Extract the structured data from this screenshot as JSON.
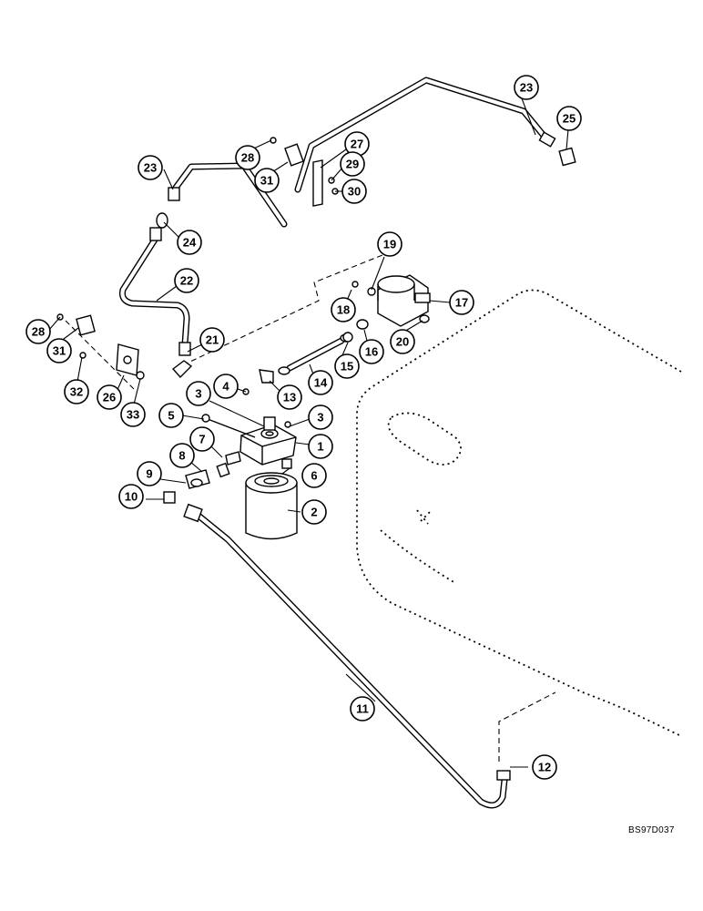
{
  "figure": {
    "reference_code": "BS97D037"
  },
  "callouts": [
    {
      "id": "c1",
      "label": "1"
    },
    {
      "id": "c2",
      "label": "2"
    },
    {
      "id": "c3a",
      "label": "3"
    },
    {
      "id": "c3b",
      "label": "3"
    },
    {
      "id": "c4",
      "label": "4"
    },
    {
      "id": "c5",
      "label": "5"
    },
    {
      "id": "c6",
      "label": "6"
    },
    {
      "id": "c7",
      "label": "7"
    },
    {
      "id": "c8",
      "label": "8"
    },
    {
      "id": "c9",
      "label": "9"
    },
    {
      "id": "c10",
      "label": "10"
    },
    {
      "id": "c11",
      "label": "11"
    },
    {
      "id": "c12",
      "label": "12"
    },
    {
      "id": "c13",
      "label": "13"
    },
    {
      "id": "c14",
      "label": "14"
    },
    {
      "id": "c15",
      "label": "15"
    },
    {
      "id": "c16",
      "label": "16"
    },
    {
      "id": "c17",
      "label": "17"
    },
    {
      "id": "c18",
      "label": "18"
    },
    {
      "id": "c19",
      "label": "19"
    },
    {
      "id": "c20",
      "label": "20"
    },
    {
      "id": "c21",
      "label": "21"
    },
    {
      "id": "c22",
      "label": "22"
    },
    {
      "id": "c23a",
      "label": "23"
    },
    {
      "id": "c23b",
      "label": "23"
    },
    {
      "id": "c24",
      "label": "24"
    },
    {
      "id": "c25",
      "label": "25"
    },
    {
      "id": "c26",
      "label": "26"
    },
    {
      "id": "c27",
      "label": "27"
    },
    {
      "id": "c28a",
      "label": "28"
    },
    {
      "id": "c28b",
      "label": "28"
    },
    {
      "id": "c29",
      "label": "29"
    },
    {
      "id": "c30",
      "label": "30"
    },
    {
      "id": "c31a",
      "label": "31"
    },
    {
      "id": "c31b",
      "label": "31"
    },
    {
      "id": "c32",
      "label": "32"
    },
    {
      "id": "c33",
      "label": "33"
    }
  ]
}
